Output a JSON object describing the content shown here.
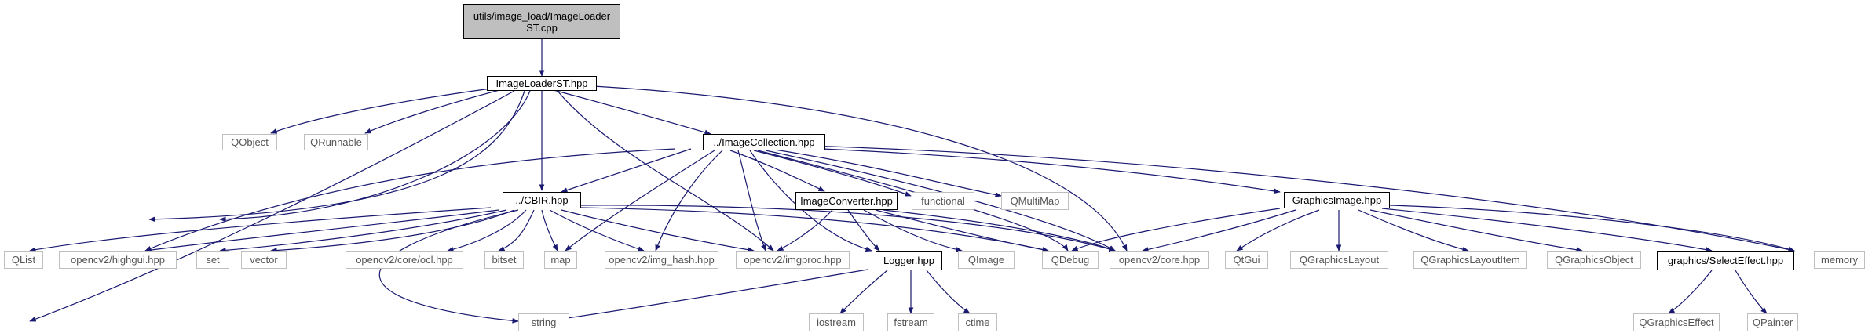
{
  "nodes": {
    "root": "utils/image_load/ImageLoader\nST.cpp",
    "loader_hpp": "ImageLoaderST.hpp",
    "qobject": "QObject",
    "qrunnable": "QRunnable",
    "image_collection": "../ImageCollection.hpp",
    "cbir": "../CBIR.hpp",
    "image_converter": "ImageConverter.hpp",
    "functional": "functional",
    "qmultimap": "QMultiMap",
    "graphics_image": "GraphicsImage.hpp",
    "qlist": "QList",
    "highgui": "opencv2/highgui.hpp",
    "set": "set",
    "vector": "vector",
    "ocl": "opencv2/core/ocl.hpp",
    "bitset": "bitset",
    "map": "map",
    "img_hash": "opencv2/img_hash.hpp",
    "imgproc": "opencv2/imgproc.hpp",
    "logger": "Logger.hpp",
    "qimage": "QImage",
    "qdebug": "QDebug",
    "core": "opencv2/core.hpp",
    "qtgui": "QtGui",
    "qgraphicslayout": "QGraphicsLayout",
    "qgraphicslayoutitem": "QGraphicsLayoutItem",
    "qgraphicsobject": "QGraphicsObject",
    "select_effect": "graphics/SelectEffect.hpp",
    "memory": "memory",
    "string": "string",
    "iostream": "iostream",
    "fstream": "fstream",
    "ctime": "ctime",
    "qgraphicseffect": "QGraphicsEffect",
    "qpainter": "QPainter"
  },
  "colors": {
    "edge": "#191970",
    "root_fill": "#bfbfbf",
    "external_border": "#bfbfbf",
    "document_border": "#000000"
  }
}
